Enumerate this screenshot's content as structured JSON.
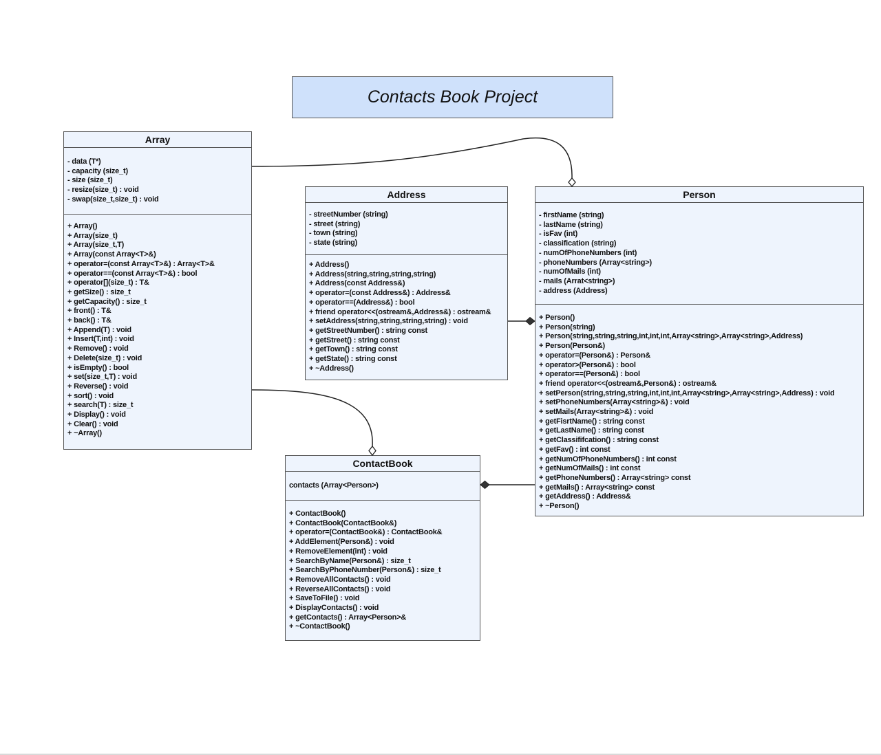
{
  "title": "Contacts Book Project",
  "colors": {
    "title_fill": "#cfe1fb",
    "class_fill": "#eef4fd",
    "border": "#555555"
  },
  "classes": {
    "array": {
      "name": "Array",
      "attributes": [
        "- data (T*)",
        "- capacity (size_t)",
        "- size (size_t)",
        "- resize(size_t) : void",
        "- swap(size_t,size_t) : void"
      ],
      "operations": [
        "+ Array()",
        "+ Array(size_t)",
        "+ Array(size_t,T)",
        "+ Array(const Array<T>&)",
        "+ operator=(const Array<T>&) : Array<T>&",
        "+ operator==(const Array<T>&) : bool",
        "+ operator[](size_t) : T&",
        "+ getSize() : size_t",
        "+ getCapacity() : size_t",
        "+ front() : T&",
        "+ back() : T&",
        "+ Append(T) : void",
        "+ Insert(T,int) : void",
        "+ Remove() : void",
        "+ Delete(size_t) : void",
        "+ isEmpty() : bool",
        "+ set(size_t,T) : void",
        "+ Reverse() : void",
        "+ sort() : void",
        "+ search(T) : size_t",
        "+ Display() : void",
        "+ Clear() : void",
        "+ ~Array()"
      ]
    },
    "address": {
      "name": "Address",
      "attributes": [
        "- streetNumber (string)",
        "- street (string)",
        "- town (string)",
        "- state (string)"
      ],
      "operations": [
        "+ Address()",
        "+ Address(string,string,string,string)",
        "+ Address(const Address&)",
        "+ operator=(const Address&) : Address&",
        "+ operator==(Address&) : bool",
        "+ friend operator<<(ostream&,Address&) : ostream&",
        "+ setAddress(string,string,string,string) : void",
        "+ getStreetNumber() : string const",
        "+ getStreet() : string const",
        "+ getTown() : string const",
        "+ getState() : string const",
        "+ ~Address()"
      ]
    },
    "person": {
      "name": "Person",
      "attributes": [
        "- firstName (string)",
        "- lastName (string)",
        "- isFav (int)",
        "- classification (string)",
        "- numOfPhoneNumbers (int)",
        "- phoneNumbers (Array<string>)",
        "- numOfMails (int)",
        "- mails (Arrat<string>)",
        "- address (Address)"
      ],
      "operations": [
        "+ Person()",
        "+ Person(string)",
        "+ Person(string,string,string,int,int,int,Array<string>,Array<string>,Address)",
        "+ Person(Person&)",
        "+ operator=(Person&) : Person&",
        "+ operator>(Person&) : bool",
        "+ operator==(Person&) : bool",
        "+ friend operator<<(ostream&,Person&) : ostream&",
        "+ setPerson(string,string,string,int,int,int,Array<string>,Array<string>,Address) : void",
        "+ setPhoneNumbers(Array<string>&) : void",
        "+ setMails(Array<string>&) : void",
        "+ getFisrtName() : string const",
        "+ getLastName() : string const",
        "+ getClassififcation() : string const",
        "+ getFav() : int const",
        "+ getNumOfPhoneNumbers() : int const",
        "+ getNumOfMails() : int const",
        "+ getPhoneNumbers() : Array<string> const",
        "+ getMails() : Array<string> const",
        "+ getAddress() : Address&",
        "+ ~Person()"
      ]
    },
    "contactbook": {
      "name": "ContactBook",
      "attributes": [
        "contacts (Array<Person>)"
      ],
      "operations": [
        "+ ContactBook()",
        "+ ContactBook(ContactBook&)",
        "+ operator=(ContactBook&) : ContactBook&",
        "+ AddElement(Person&) : void",
        "+ RemoveElement(int) : void",
        "+ SearchByName(Person&) : size_t",
        "+ SearchByPhoneNumber(Person&) : size_t",
        "+ RemoveAllContacts() : void",
        "+ ReverseAllContacts() : void",
        "+ SaveToFile() : void",
        "+ DisplayContacts() : void",
        "+ getContacts() : Array<Person>&",
        "+ ~ContactBook()"
      ]
    }
  },
  "relationships": [
    {
      "from": "Array",
      "to": "Person",
      "type": "aggregation"
    },
    {
      "from": "Array",
      "to": "ContactBook",
      "type": "aggregation"
    },
    {
      "from": "Address",
      "to": "Person",
      "type": "composition"
    },
    {
      "from": "Person",
      "to": "ContactBook",
      "type": "composition"
    }
  ]
}
